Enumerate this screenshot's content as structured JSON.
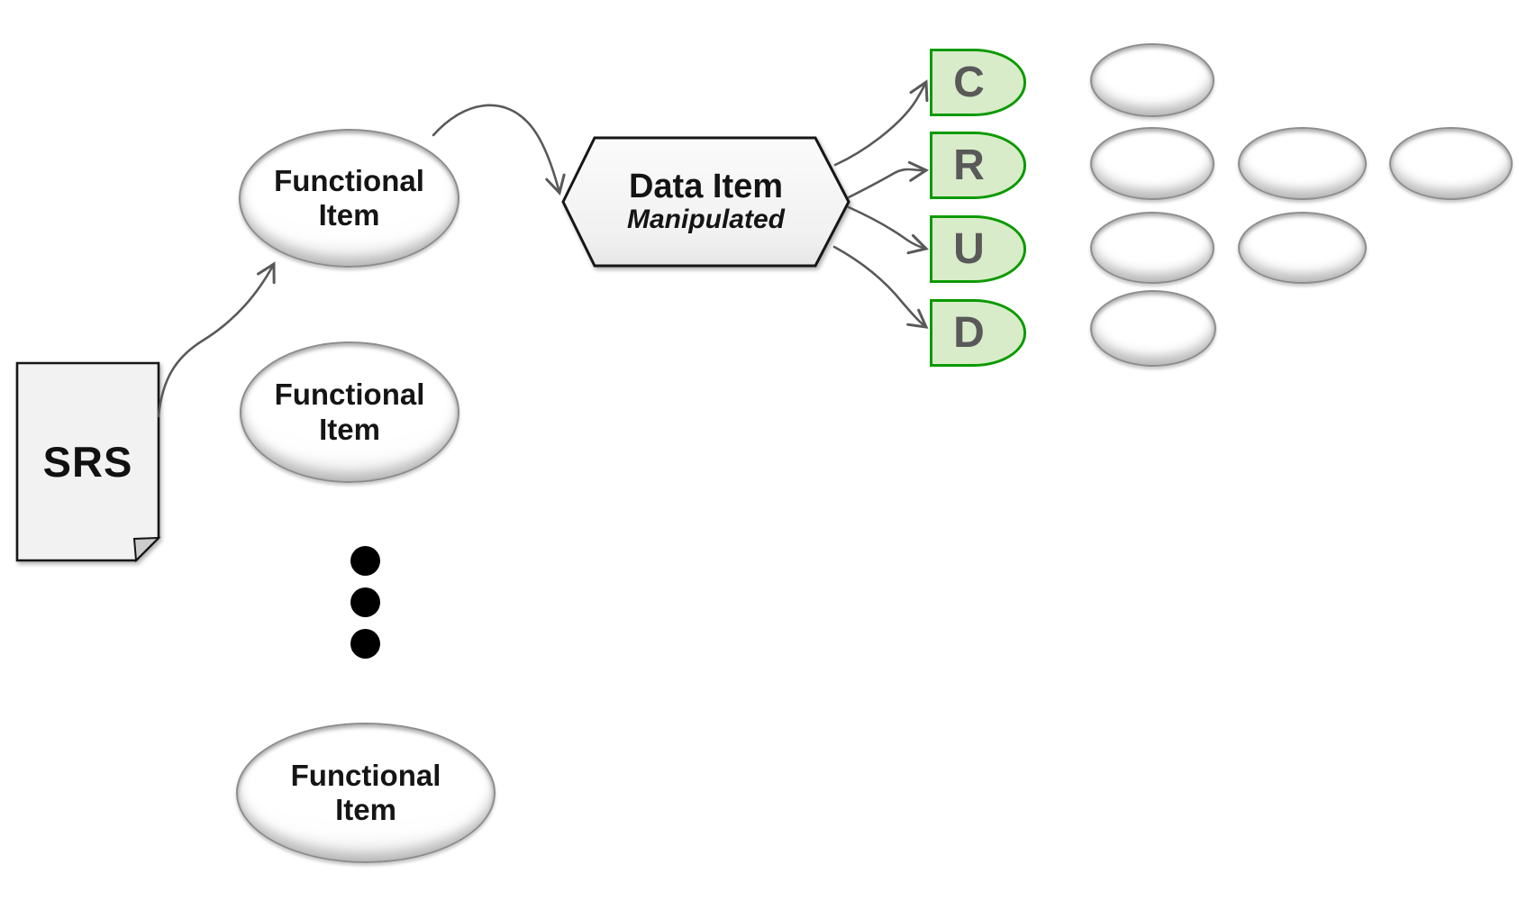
{
  "document": {
    "label": "SRS"
  },
  "functional_items": [
    {
      "lines": [
        "Functional",
        "Item"
      ]
    },
    {
      "lines": [
        "Functional",
        "Item"
      ]
    },
    {
      "lines": [
        "Functional",
        "Item"
      ]
    }
  ],
  "data_item": {
    "title": "Data Item",
    "subtitle": "Manipulated"
  },
  "crud_operations": [
    {
      "label": "C"
    },
    {
      "label": "R"
    },
    {
      "label": "U"
    },
    {
      "label": "D"
    }
  ],
  "placeholder_ellipses": {
    "count": 7
  },
  "ellipsis_dots": {
    "count": 3
  },
  "colors": {
    "connector": "#595959",
    "crud_fill": "#d9ecca",
    "crud_border": "#0c9a00",
    "crud_text": "#595959",
    "document_fill": "#f2f2f2",
    "shape_border": "#141414"
  }
}
